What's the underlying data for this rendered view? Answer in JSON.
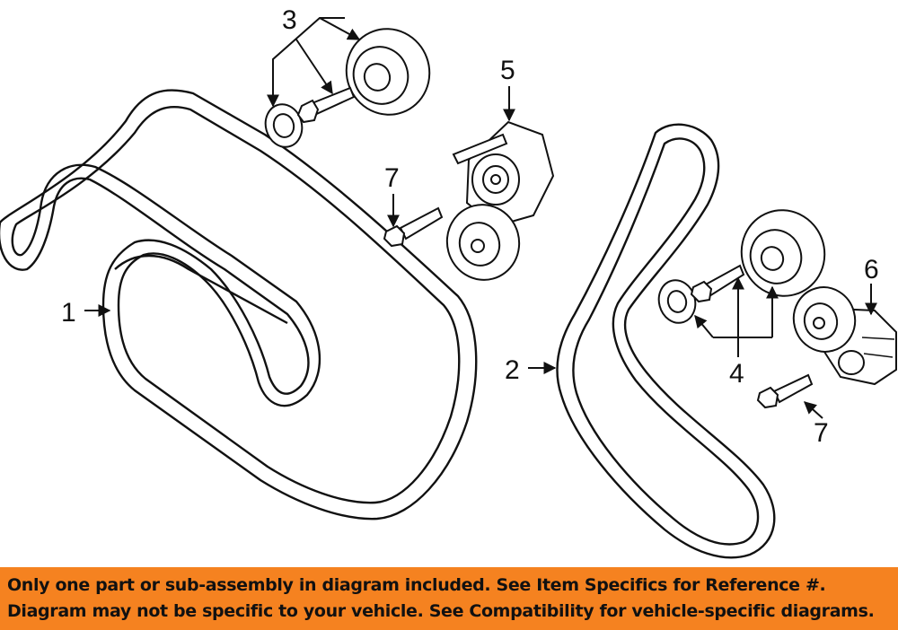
{
  "colors": {
    "banner_background": "#F58220",
    "banner_text": "#111111",
    "line_art": "#111111"
  },
  "callouts": {
    "c1": "1",
    "c2": "2",
    "c3": "3",
    "c4": "4",
    "c5": "5",
    "c6": "6",
    "c7a": "7",
    "c7b": "7"
  },
  "banner": {
    "line1": "Only one part or sub-assembly in diagram included. See Item Specifics for Reference #.",
    "line2": "Diagram may not be specific to your vehicle. See Compatibility for vehicle-specific diagrams."
  }
}
